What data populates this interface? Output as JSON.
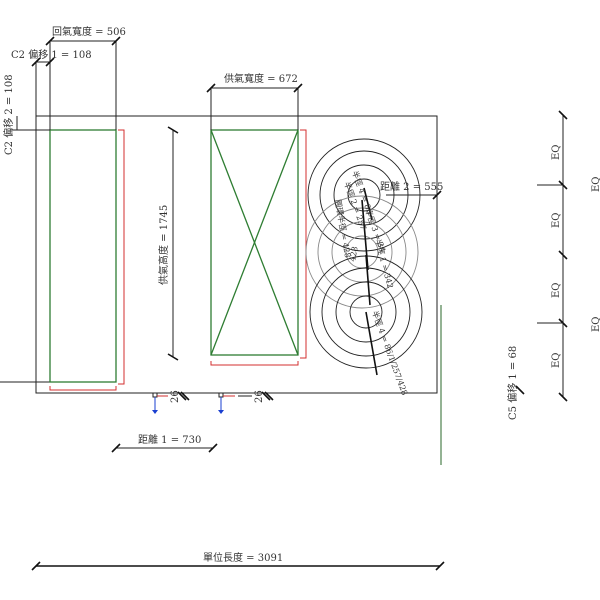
{
  "dimensions": {
    "return_width": "回氣寬度 = 506",
    "c2_offset_1": "C2 偏移 1 = 108",
    "c2_offset_2": "C2 偏移 2 = 108",
    "supply_width": "供氣寬度 = 672",
    "supply_height": "供氣高度 = 1745",
    "distance_2": "距離 2 = 555",
    "distance_1": "距離 1 = 730",
    "unit_length": "單位長度 = 3091",
    "c5_offset_1": "C5 偏移 1 = 68",
    "gap_a": "26",
    "gap_b": "26"
  },
  "radii": {
    "r4_top": "半徑 4 = 86",
    "r2": "半徑 2 = 257",
    "r3": "半徑 3 = 34",
    "ring_radius": "圓環半徑 = 428",
    "r1": "半徑 1 = 342",
    "ring_value": "428",
    "r4_bottom": "半徑 4 = 86/1/257/428"
  },
  "eq_labels": [
    "EQ",
    "EQ",
    "EQ",
    "EQ"
  ],
  "eq_outer_labels": [
    "EQ",
    "EQ"
  ],
  "colors": {
    "outline": "#222222",
    "equipment": "#2e7d32",
    "dimension_red": "#d32f2f",
    "marker_blue": "#1a3fd0"
  }
}
